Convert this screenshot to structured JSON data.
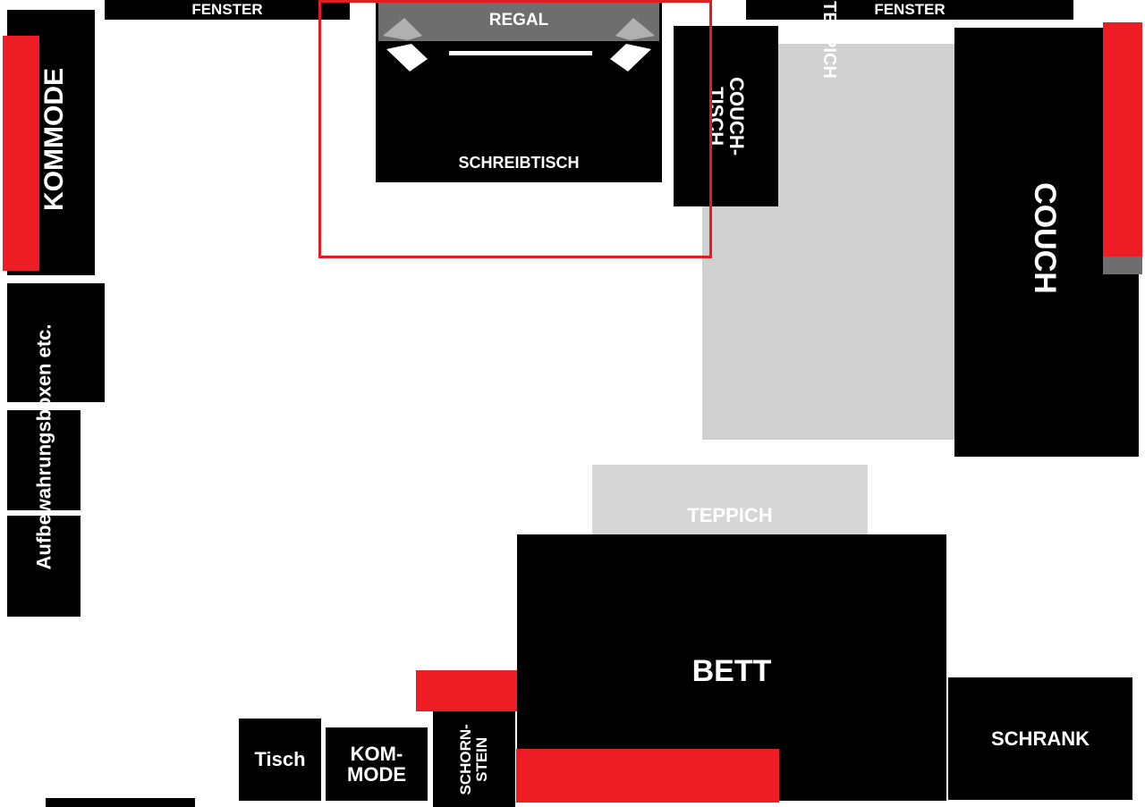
{
  "labels": {
    "fenster_left": "FENSTER",
    "fenster_right": "FENSTER",
    "regal": "REGAL",
    "schreibtisch": "SCHREIBTISCH",
    "couchtisch": "COUCH-\nTISCH",
    "teppich_right": "TEPPICH",
    "couch": "COUCH",
    "kommode_left": "KOMMODE",
    "aufbewahrung": "Aufbewahrungsboxen etc.",
    "teppich_mid": "TEPPICH",
    "bett": "BETT",
    "schrank": "SCHRANK",
    "tisch": "Tisch",
    "kommode_bottom": "KOM-\nMODE",
    "schornstein": "SCHORN-\nSTEIN"
  },
  "colors": {
    "furniture": "#000000",
    "accent_red": "#ee1c25",
    "rug": "#d3d3d3",
    "shelf": "#6e6e6e",
    "highlight_border": "#e31b23"
  }
}
